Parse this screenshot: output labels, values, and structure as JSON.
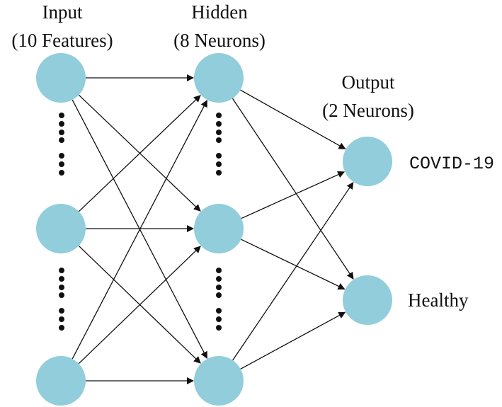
{
  "layers": {
    "input": {
      "title": "Input",
      "subtitle": "(10 Features)"
    },
    "hidden": {
      "title": "Hidden",
      "subtitle": "(8 Neurons)"
    },
    "output": {
      "title": "Output",
      "subtitle": "(2 Neurons)"
    }
  },
  "output_labels": [
    "COVID-19",
    "Healthy"
  ],
  "colors": {
    "node": "#92cddb",
    "edge": "#111111"
  }
}
